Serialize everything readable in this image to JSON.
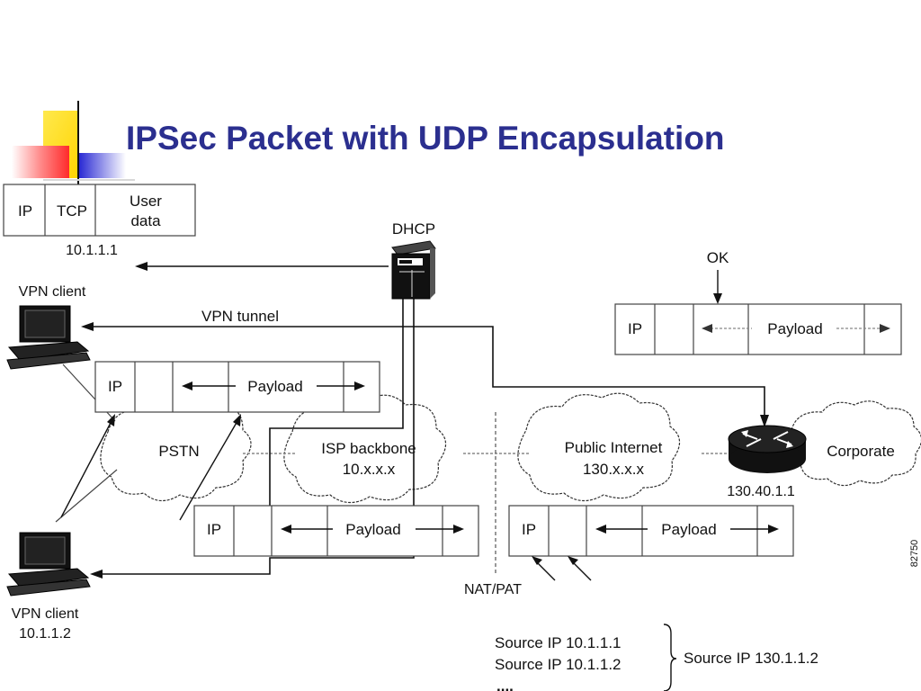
{
  "slide": {
    "title": "IPSec Packet with UDP Encapsulation",
    "title_color": "#2b2f8f"
  },
  "packets": {
    "top": {
      "fields": [
        "IP",
        "TCP",
        "User",
        "data"
      ],
      "address": "10.1.1.1"
    },
    "ok_packet": {
      "marker": "OK",
      "fields": [
        "IP",
        "Payload"
      ]
    },
    "client_packet": {
      "fields": [
        "IP",
        "Payload"
      ]
    },
    "isp_packet": {
      "fields": [
        "IP",
        "Payload"
      ]
    },
    "internet_packet": {
      "fields": [
        "IP",
        "Payload"
      ]
    }
  },
  "nodes": {
    "dhcp": "DHCP",
    "vpn_client_1": "VPN client",
    "vpn_client_2": {
      "name": "VPN client",
      "address": "10.1.1.2"
    },
    "router_address": "130.40.1.1",
    "nat": "NAT/PAT",
    "tunnel": "VPN tunnel"
  },
  "clouds": {
    "pstn": "PSTN",
    "isp": {
      "name": "ISP backbone",
      "range": "10.x.x.x"
    },
    "internet": {
      "name": "Public Internet",
      "range": "130.x.x.x"
    },
    "corporate": "Corporate"
  },
  "sources": {
    "lines": [
      "Source IP 10.1.1.1",
      "Source IP 10.1.1.2",
      "...."
    ],
    "translated": "Source IP 130.1.1.2"
  },
  "figure_id": "82750",
  "icons": [
    "dhcp-server-icon",
    "computer-icon",
    "router-icon",
    "cloud-icon"
  ]
}
